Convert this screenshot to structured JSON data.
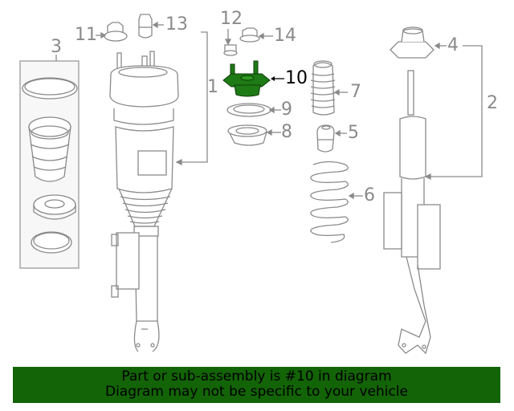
{
  "diagram": {
    "highlight_color": "#1e7a14",
    "line_color": "#8a8a8a",
    "highlighted_part": "10",
    "callouts": [
      {
        "id": "1",
        "label": "1"
      },
      {
        "id": "2",
        "label": "2"
      },
      {
        "id": "3",
        "label": "3"
      },
      {
        "id": "4",
        "label": "4"
      },
      {
        "id": "5",
        "label": "5"
      },
      {
        "id": "6",
        "label": "6"
      },
      {
        "id": "7",
        "label": "7"
      },
      {
        "id": "8",
        "label": "8"
      },
      {
        "id": "9",
        "label": "9"
      },
      {
        "id": "10",
        "label": "10"
      },
      {
        "id": "11",
        "label": "11"
      },
      {
        "id": "12",
        "label": "12"
      },
      {
        "id": "13",
        "label": "13"
      },
      {
        "id": "14",
        "label": "14"
      }
    ]
  },
  "banner": {
    "background": "#136307",
    "line1": "Part or sub-assembly is #10 in diagram",
    "line2": "Diagram may not be specific to your vehicle"
  }
}
